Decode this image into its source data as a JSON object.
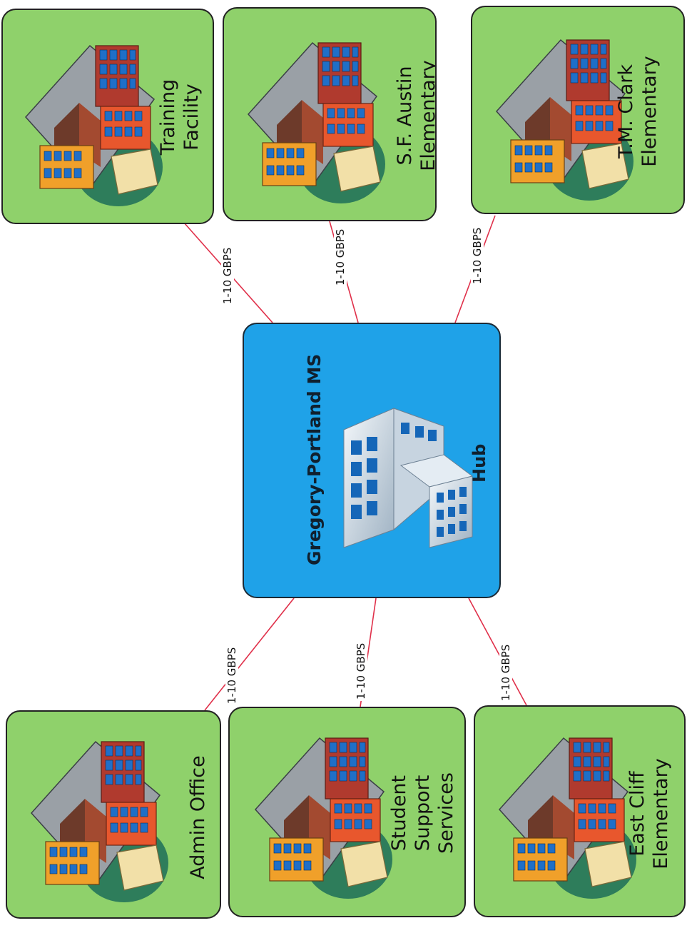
{
  "hub": {
    "title": "Gregory-Portland MS",
    "subtitle": "Hub"
  },
  "sites": [
    {
      "lines": [
        "Training",
        "Facility"
      ]
    },
    {
      "lines": [
        "S.F. Austin",
        "Elementary"
      ]
    },
    {
      "lines": [
        "T.M. Clark",
        "Elementary"
      ]
    },
    {
      "lines": [
        "Admin Office"
      ]
    },
    {
      "lines": [
        "Student",
        "Support",
        "Services"
      ]
    },
    {
      "lines": [
        "East Cliff",
        "Elementary"
      ]
    }
  ],
  "links": [
    {
      "label": "1-10 GBPS"
    },
    {
      "label": "1-10 GBPS"
    },
    {
      "label": "1-10 GBPS"
    },
    {
      "label": "1-10 GBPS"
    },
    {
      "label": "1-10 GBPS"
    },
    {
      "label": "1-10 GBPS"
    }
  ],
  "colors": {
    "site_fill": "#8fd16b",
    "hub_fill": "#1fa2e8",
    "link_line": "#e0304a"
  },
  "icons": {
    "site": "school-building-icon",
    "hub": "office-building-icon"
  }
}
